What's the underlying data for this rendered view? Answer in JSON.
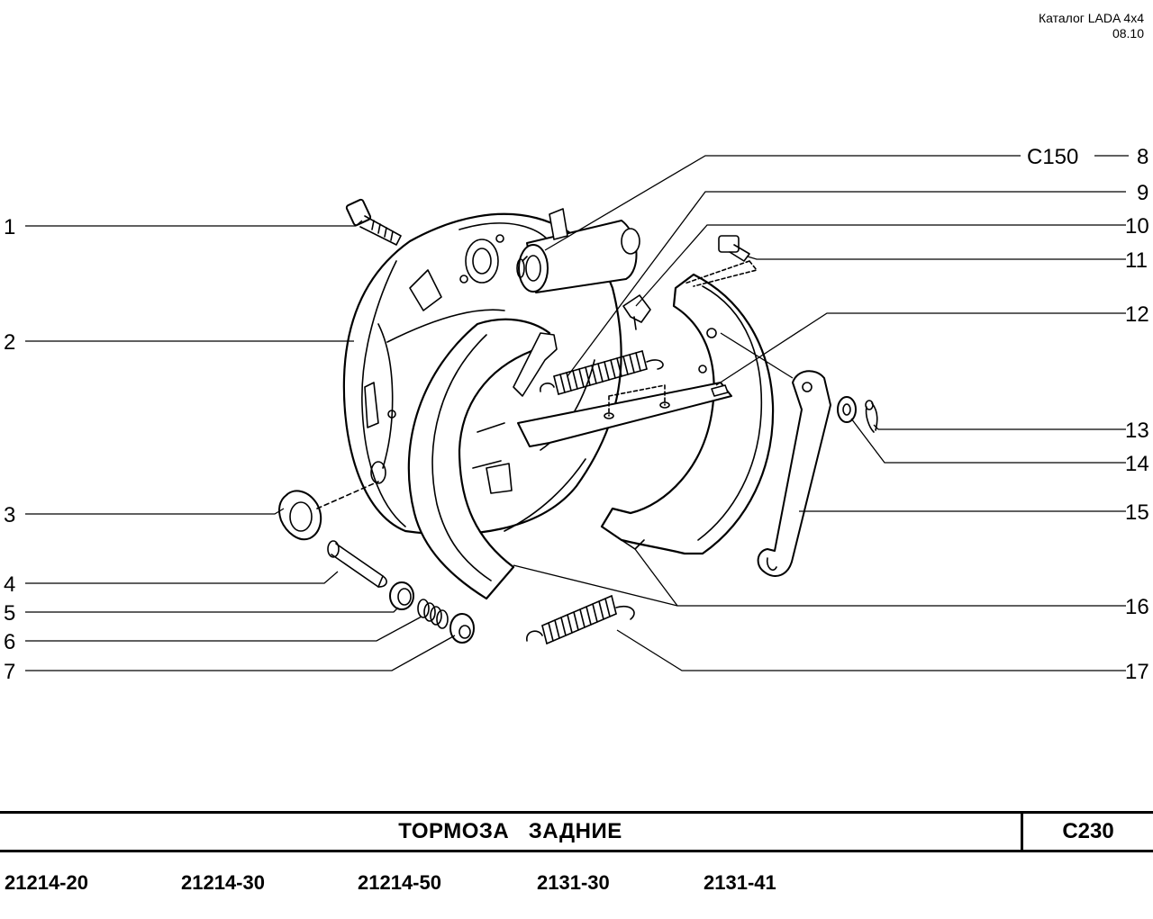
{
  "header": {
    "catalog": "Каталог  LADA  4x4",
    "date": "08.10"
  },
  "callouts": {
    "n1": "1",
    "n2": "2",
    "n3": "3",
    "n4": "4",
    "n5": "5",
    "n6": "6",
    "n7": "7",
    "n8": "8",
    "ref8": "C150",
    "n9": "9",
    "n10": "10",
    "n11": "11",
    "n12": "12",
    "n13": "13",
    "n14": "14",
    "n15": "15",
    "n16": "16",
    "n17": "17"
  },
  "footer": {
    "title": "ТОРМОЗА   ЗАДНИЕ",
    "code": "C230",
    "models": [
      "21214-20",
      "21214-30",
      "21214-50",
      "2131-30",
      "2131-41"
    ]
  }
}
